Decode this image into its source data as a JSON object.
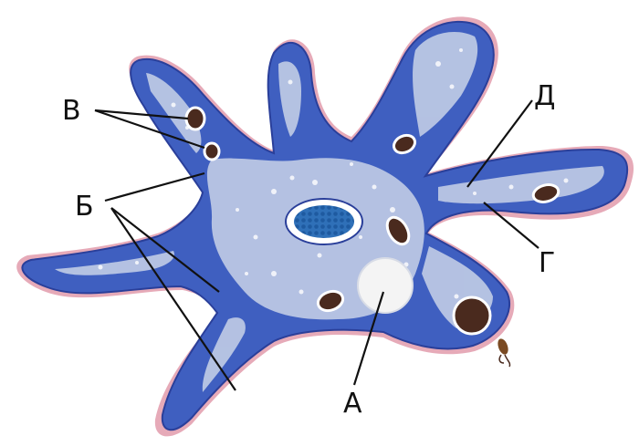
{
  "labels": {
    "a": "А",
    "b": "Б",
    "v": "В",
    "g": "Г",
    "d": "Д"
  },
  "colors": {
    "body": "#3f5fc0",
    "body_dark": "#2a3f9a",
    "endoplasm": "#c9d3e8",
    "ectoplasm_rim": "#e6aab8",
    "nucleus": "#2f70b8",
    "vacuole": "#f4f4f4",
    "food": "#4a2a1e",
    "line": "#111111"
  }
}
